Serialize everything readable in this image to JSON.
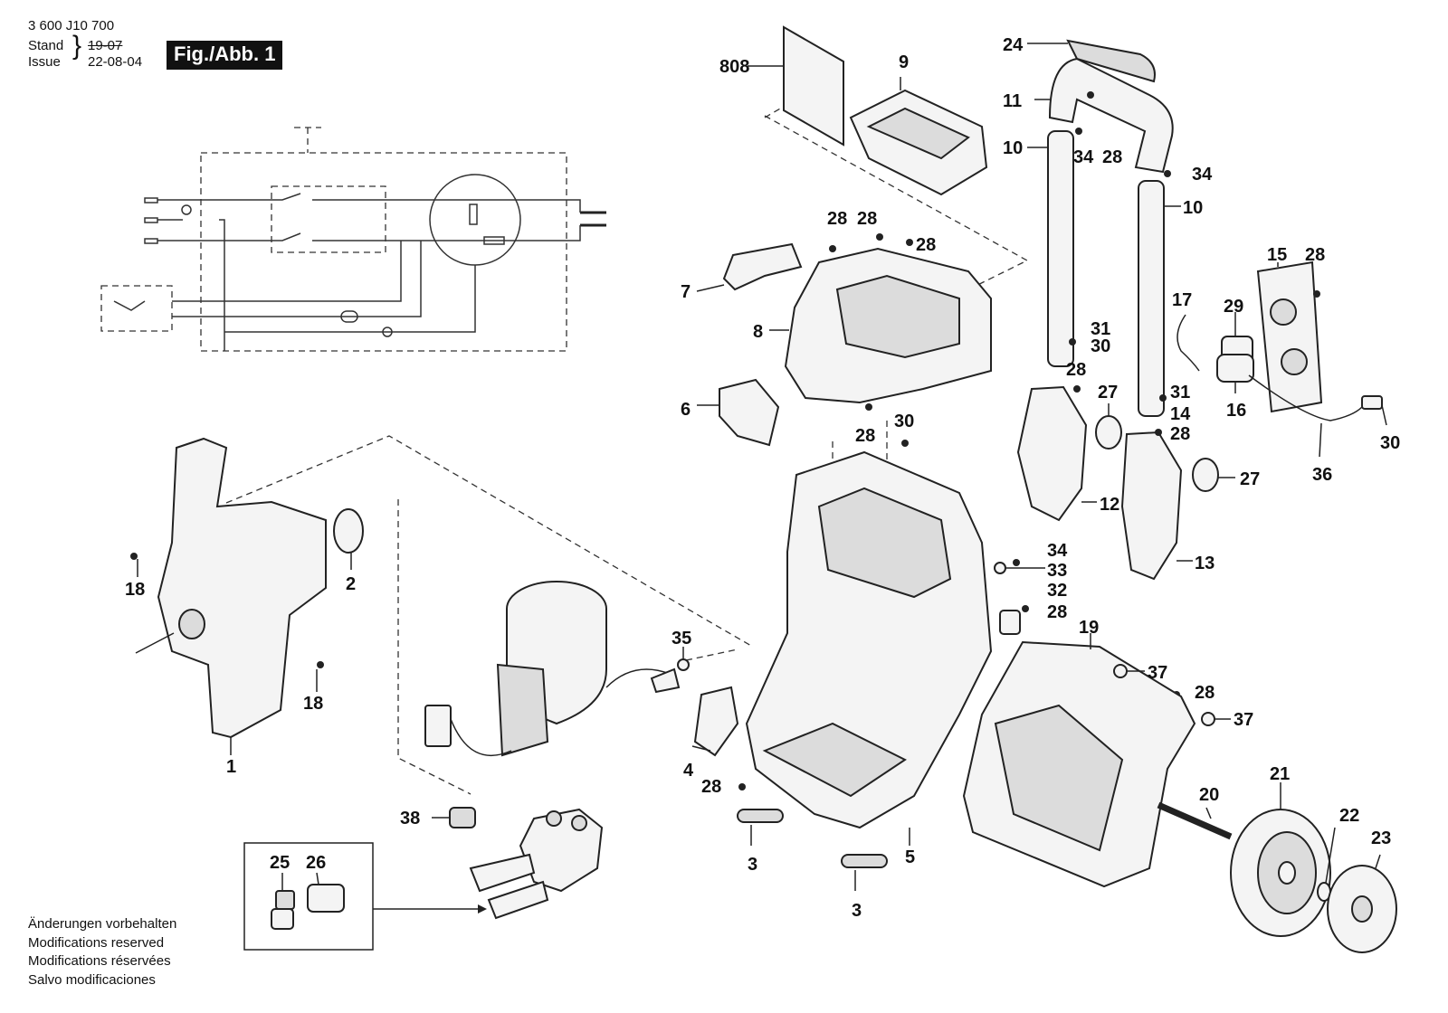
{
  "header": {
    "doc_number": "3 600 J10 700",
    "stand_label": "Stand",
    "stand_value": "19-07",
    "issue_label": "Issue",
    "issue_value": "22-08-04",
    "figure_label": "Fig./Abb. 1"
  },
  "footer": {
    "notes": [
      "Änderungen vorbehalten",
      "Modifications reserved",
      "Modifications réservées",
      "Salvo modificaciones"
    ]
  },
  "part_labels": [
    "808",
    "9",
    "24",
    "11",
    "10",
    "34",
    "28",
    "34",
    "10",
    "28",
    "28",
    "28",
    "7",
    "8",
    "15",
    "28",
    "17",
    "29",
    "31",
    "30",
    "6",
    "28",
    "28",
    "27",
    "30",
    "31",
    "14",
    "16",
    "30",
    "28",
    "36",
    "27",
    "12",
    "13",
    "34",
    "33",
    "32",
    "28",
    "18",
    "2",
    "18",
    "1",
    "35",
    "4",
    "28",
    "19",
    "37",
    "28",
    "37",
    "20",
    "21",
    "22",
    "23",
    "3",
    "3",
    "5",
    "38",
    "25",
    "26"
  ]
}
